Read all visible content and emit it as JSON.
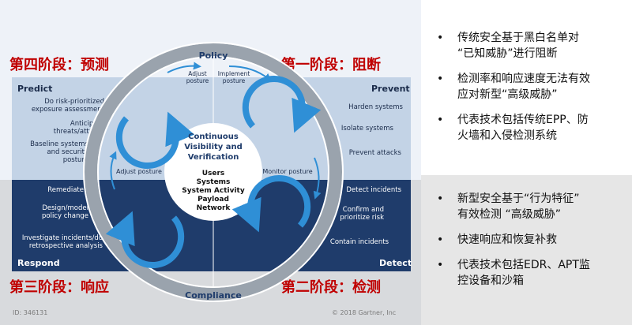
{
  "stages": {
    "stage4": "第四阶段：预测",
    "stage1": "第一阶段：阻断",
    "stage3": "第三阶段：响应",
    "stage2": "第二阶段：检测"
  },
  "ring": {
    "top": "Policy",
    "bottom": "Compliance"
  },
  "center": {
    "title_lines": [
      "Continuous",
      "Visibility and",
      "Verification"
    ],
    "items": [
      "Users",
      "Systems",
      "System Activity",
      "Payload",
      "Network"
    ]
  },
  "arrows": {
    "adjust_posture_top": [
      "Adjust",
      "posture"
    ],
    "implement_posture": [
      "Implement",
      "posture"
    ],
    "adjust_posture_left": "Adjust posture",
    "monitor_posture": "Monitor posture"
  },
  "quadrants": {
    "predict": {
      "title": "Predict",
      "items": [
        [
          "Do risk-prioritized",
          "exposure assessment"
        ],
        [
          "Anticipate",
          "threats/attacks"
        ],
        [
          "Baseline systems",
          "and security",
          "posture"
        ]
      ]
    },
    "prevent": {
      "title": "Prevent",
      "items": [
        [
          "Harden systems"
        ],
        [
          "Isolate systems"
        ],
        [
          "Prevent attacks"
        ]
      ]
    },
    "respond": {
      "title": "Respond",
      "items": [
        [
          "Remediate"
        ],
        [
          "Design/model",
          "policy change"
        ],
        [
          "Investigate incidents/do",
          "retrospective analysis"
        ]
      ]
    },
    "detect": {
      "title": "Detect",
      "items": [
        [
          "Detect incidents"
        ],
        [
          "Confirm and",
          "prioritize risk"
        ],
        [
          "Contain incidents"
        ]
      ]
    }
  },
  "footer": {
    "id": "ID: 346131",
    "copyright": "© 2018 Gartner, Inc"
  },
  "right_panel": {
    "top_bullets": [
      [
        "传统安全基于黑白名单对",
        "“已知威胁”进行阻断"
      ],
      [
        "检测率和响应速度无法有效",
        "应对新型“高级威胁”"
      ],
      [
        "代表技术包括传统EPP、防",
        "火墙和入侵检测系统"
      ]
    ],
    "bottom_bullets": [
      [
        "新型安全基于“行为特征”",
        "有效检测 “高级威胁”"
      ],
      [
        "快速响应和恢复补救"
      ],
      [
        "代表技术包括EDR、APT监",
        "控设备和沙箱"
      ]
    ],
    "bullet_symbol": "•"
  },
  "colors": {
    "stage_red": "#c00000",
    "navy": "#1f3c6b",
    "light_band": "#c3d3e6",
    "ring_gray": "#9aa3ad",
    "arrow_blue": "#2f8fd6"
  }
}
